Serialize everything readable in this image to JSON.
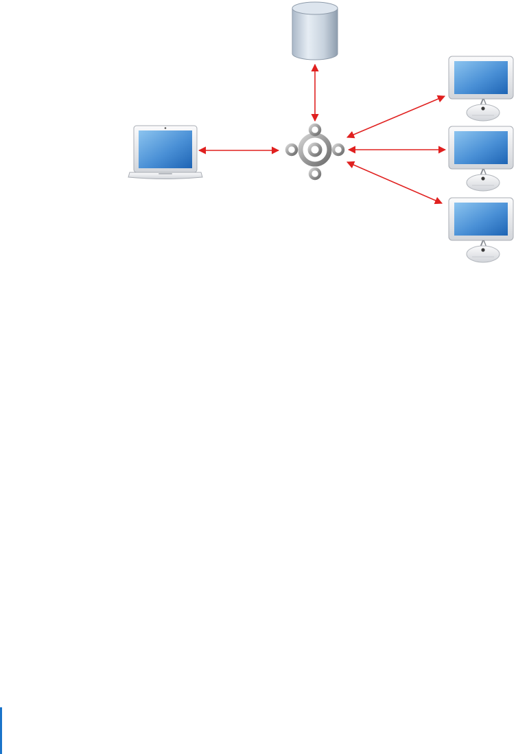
{
  "diagram": {
    "nodes": [
      {
        "id": "database",
        "kind": "database-cylinder",
        "icon": "database-icon"
      },
      {
        "id": "hub",
        "kind": "network-hub",
        "icon": "hub-logo-icon"
      },
      {
        "id": "laptop",
        "kind": "laptop-computer",
        "icon": "laptop-icon"
      },
      {
        "id": "desktop-1",
        "kind": "desktop-computer",
        "icon": "desktop-computer-icon"
      },
      {
        "id": "desktop-2",
        "kind": "desktop-computer",
        "icon": "desktop-computer-icon"
      },
      {
        "id": "desktop-3",
        "kind": "desktop-computer",
        "icon": "desktop-computer-icon"
      }
    ],
    "edges": [
      {
        "from": "hub",
        "to": "database",
        "direction": "bidirectional"
      },
      {
        "from": "hub",
        "to": "laptop",
        "direction": "bidirectional"
      },
      {
        "from": "hub",
        "to": "desktop-1",
        "direction": "bidirectional"
      },
      {
        "from": "hub",
        "to": "desktop-2",
        "direction": "bidirectional"
      },
      {
        "from": "hub",
        "to": "desktop-3",
        "direction": "bidirectional"
      }
    ],
    "colors": {
      "connector": "#e0201f",
      "screen_light": "#8cc4ef",
      "screen_dark": "#1e64b4",
      "device_body": "#e4e6ea",
      "hub_metal": "#9a9a9a",
      "page_marker": "#1a73c9"
    }
  }
}
